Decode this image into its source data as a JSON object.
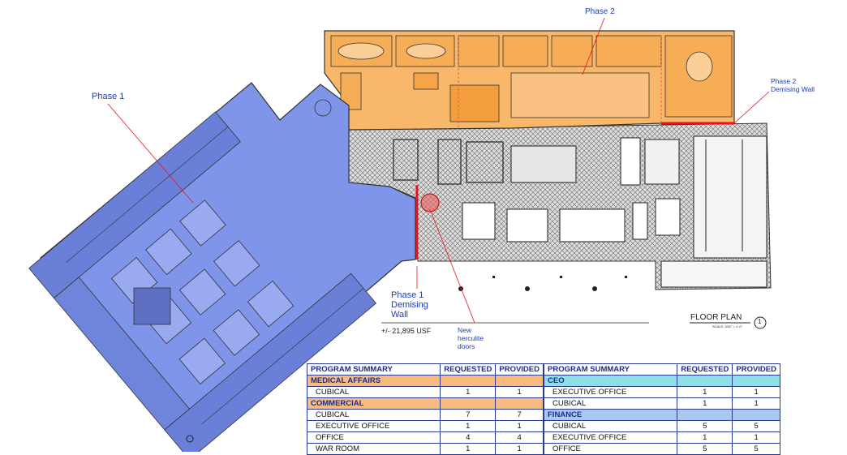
{
  "labels": {
    "phase1": "Phase 1",
    "phase2": "Phase 2",
    "phase2_demising": [
      "Phase 2",
      "Demising Wall"
    ],
    "phase1_demising": [
      "Phase 1",
      "Demising",
      "Wall"
    ],
    "usf": "+/- 21,895 USF",
    "herculite": [
      "New",
      "herculite",
      "doors"
    ],
    "floor_plan_title": "FLOOR PLAN",
    "floor_plan_scale": "SCALE: 3/32\" = 1'-0\"",
    "floor_plan_number": "1"
  },
  "colors": {
    "phase1_fill": "#7f95ea",
    "phase1_office": "#6a7fd8",
    "phase2_fill": "#f9b869",
    "hatch_bg": "#d9d9d9",
    "demising_red": "#e8141c",
    "annotation_blue": "#1f3fa8"
  },
  "left_table": {
    "headers": [
      "PROGRAM SUMMARY",
      "REQUESTED",
      "PROVIDED"
    ],
    "rows": [
      {
        "type": "section",
        "style": "orange",
        "label": "MEDICAL AFFAIRS",
        "requested": "",
        "provided": ""
      },
      {
        "type": "item",
        "label": "CUBICAL",
        "requested": "1",
        "provided": "1"
      },
      {
        "type": "section",
        "style": "orange",
        "label": "COMMERCIAL",
        "requested": "",
        "provided": ""
      },
      {
        "type": "item",
        "label": "CUBICAL",
        "requested": "7",
        "provided": "7"
      },
      {
        "type": "item",
        "label": "EXECUTIVE OFFICE",
        "requested": "1",
        "provided": "1"
      },
      {
        "type": "item",
        "label": "OFFICE",
        "requested": "4",
        "provided": "4"
      },
      {
        "type": "item",
        "label": "WAR ROOM",
        "requested": "1",
        "provided": "1"
      }
    ]
  },
  "right_table": {
    "headers": [
      "PROGRAM SUMMARY",
      "REQUESTED",
      "PROVIDED"
    ],
    "rows": [
      {
        "type": "section",
        "style": "cyan",
        "label": "CEO",
        "requested": "",
        "provided": ""
      },
      {
        "type": "item",
        "label": "EXECUTIVE OFFICE",
        "requested": "1",
        "provided": "1"
      },
      {
        "type": "item",
        "label": "CUBICAL",
        "requested": "1",
        "provided": "1"
      },
      {
        "type": "section",
        "style": "blue",
        "label": "FINANCE",
        "requested": "",
        "provided": ""
      },
      {
        "type": "item",
        "label": "CUBICAL",
        "requested": "5",
        "provided": "5"
      },
      {
        "type": "item",
        "label": "EXECUTIVE OFFICE",
        "requested": "1",
        "provided": "1"
      },
      {
        "type": "item",
        "label": "OFFICE",
        "requested": "5",
        "provided": "5"
      }
    ]
  }
}
